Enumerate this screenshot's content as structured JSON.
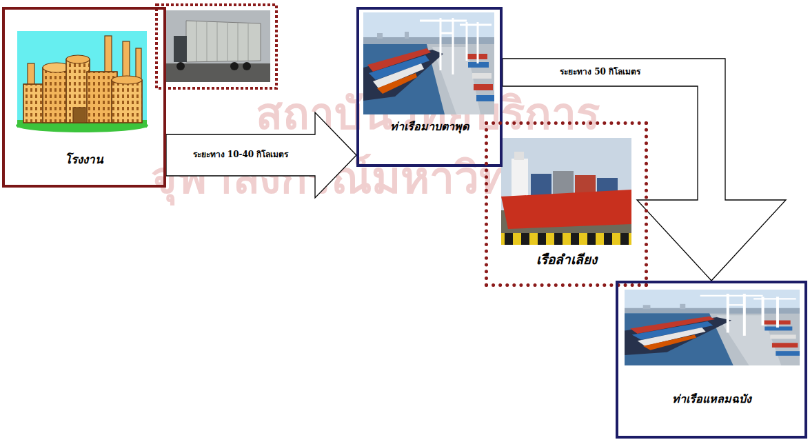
{
  "diagram": {
    "nodes": [
      {
        "text": [
          "โรงงาน"
        ]
      },
      {
        "text": [
          "ท่าเรือมาบตาพุด"
        ]
      },
      {
        "text": [
          "เรือลำเลียง"
        ]
      },
      {
        "text": [
          "ท่าเรือแหลมฉบัง"
        ]
      }
    ],
    "edges": [
      {
        "from": 0,
        "to": 1,
        "arrow": "to",
        "label": "ระยะทาง 10-40 กิโลเมตร"
      },
      {
        "from": 1,
        "to": 3,
        "arrow": "to",
        "label": "ระยะทาง 50 กิโลเมตร"
      }
    ],
    "labels": [
      "สถาบันวิทยบริการ",
      "จุฬาลงกรณ์มหาวิทยาลัย"
    ]
  }
}
